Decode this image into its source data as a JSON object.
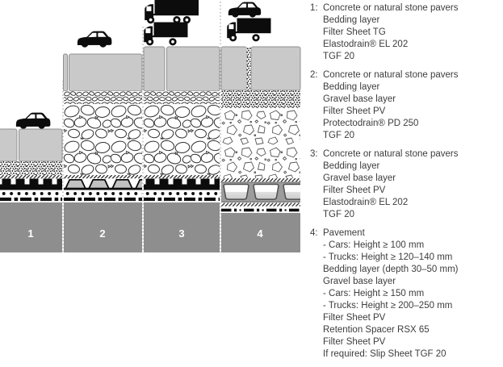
{
  "legend": {
    "items": [
      {
        "label": "1:",
        "lines": [
          "Concrete or natural stone pavers",
          "Bedding layer",
          "Filter Sheet TG",
          "Elastodrain® EL 202",
          "TGF 20"
        ]
      },
      {
        "label": "2:",
        "lines": [
          "Concrete or natural stone pavers",
          "Bedding layer",
          "Gravel base layer",
          "Filter Sheet PV",
          "Protectodrain® PD 250",
          "TGF 20"
        ]
      },
      {
        "label": "3:",
        "lines": [
          "Concrete or natural stone pavers",
          "Bedding layer",
          "Gravel base layer",
          "Filter Sheet PV",
          "Elastodrain® EL 202",
          "TGF 20"
        ]
      },
      {
        "label": "4:",
        "lines": [
          "Pavement",
          "- Cars: Height ≥ 100 mm",
          "- Trucks: Height ≥ 120–140 mm",
          "Bedding layer (depth 30–50 mm)",
          "Gravel base layer",
          "- Cars: Height ≥ 150 mm",
          "- Trucks: Height ≥ 200–250 mm",
          "Filter Sheet PV",
          "Retention Spacer RSX 65",
          "Filter Sheet PV",
          "If required: Slip Sheet TGF 20"
        ]
      }
    ]
  },
  "diagram": {
    "sections": [
      {
        "number": "1",
        "vehicles": [
          "car"
        ]
      },
      {
        "number": "2",
        "vehicles": [
          "car"
        ]
      },
      {
        "number": "3",
        "vehicles": [
          "truck-large",
          "truck-small"
        ]
      },
      {
        "number": "4",
        "vehicles": [
          "car",
          "truck-small"
        ]
      }
    ]
  },
  "colors": {
    "paver": "#c9c9c9",
    "paver_border": "#8f8f8f",
    "subgrade": "#8e8e8e",
    "profile_black": "#0c0c0c",
    "protectodrain_gray": "#c2c2c2",
    "spacer_gray": "#9c9c9c",
    "text": "#3d3d3d",
    "background": "#ffffff"
  }
}
